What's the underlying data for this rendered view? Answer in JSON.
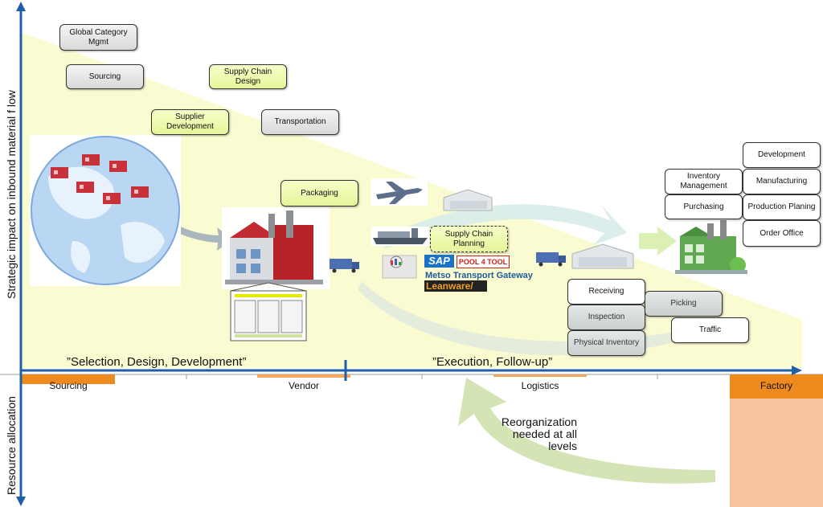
{
  "axes": {
    "y_upper": "Strategic impact on inbound material f low",
    "y_lower": "Resource allocation"
  },
  "phases": {
    "left": "”Selection, Design, Development”",
    "right": "”Execution, Follow-up”"
  },
  "stages": [
    "Sourcing",
    "Vendor",
    "Logistics",
    "Factory"
  ],
  "boxes": {
    "global_category": "Global Category Mgmt",
    "sourcing": "Sourcing",
    "supply_chain_design": "Supply Chain Design",
    "supplier_development": "Supplier Development",
    "transportation": "Transportation",
    "packaging": "Packaging",
    "supply_chain_planning": "Supply Chain Planning",
    "receiving": "Receiving",
    "inspection": "Inspection",
    "physical_inventory": "Physical Inventory",
    "picking": "Picking",
    "traffic": "Traffic",
    "inventory_management": "Inventory Management",
    "purchasing": "Purchasing",
    "development": "Development",
    "manufacturing": "Manufacturing",
    "production_planing": "Production Planing",
    "order_office": "Order Office"
  },
  "logos": {
    "sap": "SAP",
    "pool4tool": "POOL 4 TOOL",
    "metso": "Metso Transport Gateway",
    "leanware": "Leanware/"
  },
  "reorganization": "Reorganization needed at all levels",
  "colors": {
    "axis": "#1f5fa8",
    "wedge": "#fbfbd2",
    "orange": "#ef8a1e",
    "factory_fill": "#f9c2a0",
    "green_arrow": "#cde0a8"
  }
}
